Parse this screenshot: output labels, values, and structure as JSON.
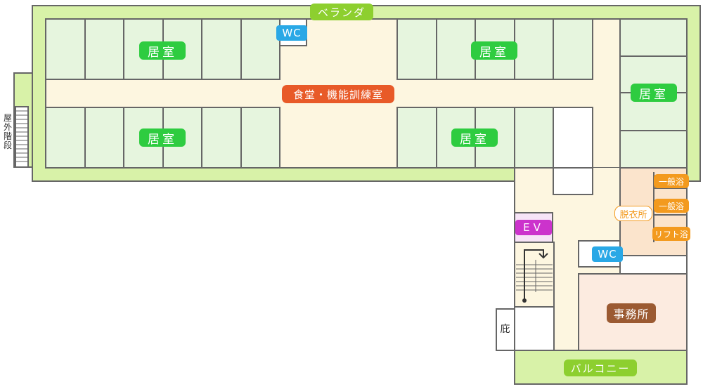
{
  "labels": {
    "veranda": "ベランダ",
    "wc_top": "WC",
    "wc_bottom": "WC",
    "room_top_left": "居室",
    "room_top_right": "居室",
    "room_bottom_left": "居室",
    "room_bottom_right": "居室",
    "room_east": "居室",
    "dining": "食堂・機能訓練室",
    "outdoor_stairs": "屋外階段",
    "bath_general_1": "一般浴",
    "bath_general_2": "一般浴",
    "bath_lift": "リフト浴",
    "dressing_room": "脱衣所",
    "ev": "EV",
    "office": "事務所",
    "eaves": "庇",
    "balcony": "バルコニー"
  },
  "colors": {
    "outline": "#666666",
    "veranda_fill": "#d8f2a8",
    "room_fill": "#e6f5de",
    "corridor_fill": "#fdf6e0",
    "bath_fill": "#fbe4cc",
    "office_fill": "#fcebe0",
    "ev_fill": "#f7e4f7",
    "room_label": "#2ecc40",
    "wc_label": "#29a8e6",
    "veranda_label": "#8dcf2f",
    "dining_label": "#e85a28",
    "bath_label": "#f39a1e",
    "ev_label": "#cc33cc",
    "office_label": "#9b5a32"
  }
}
